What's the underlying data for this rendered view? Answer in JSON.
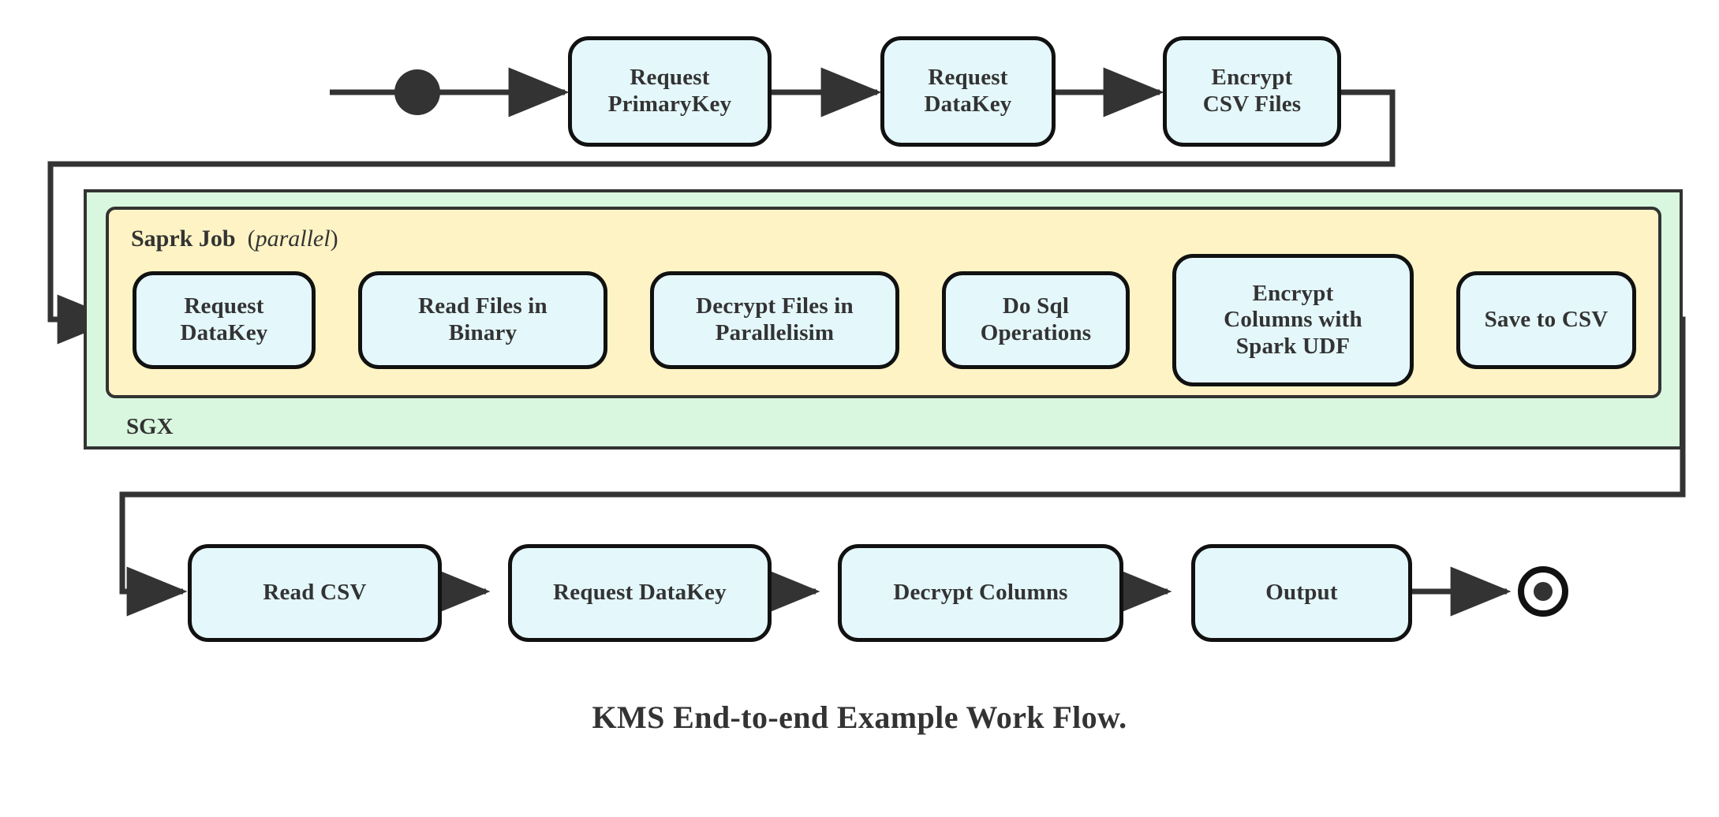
{
  "diagram": {
    "caption": "KMS End-to-end Example Work Flow.",
    "colors": {
      "node_fill": "#e4f7fb",
      "node_border": "#111111",
      "sgx_fill": "#d9f7de",
      "spark_fill": "#fdf3c4",
      "line": "#333333",
      "text": "#333333"
    },
    "groups": {
      "sgx": {
        "label": "SGX"
      },
      "spark": {
        "label_bold": "Saprk Job",
        "label_italic": "parallel",
        "label_full": "Saprk Job (parallel)"
      }
    },
    "markers": {
      "start": "start-node",
      "end": "final-node"
    },
    "rows": {
      "top": [
        {
          "id": "request-primarykey",
          "lines": [
            "Request",
            "PrimaryKey"
          ]
        },
        {
          "id": "request-datakey-top",
          "lines": [
            "Request",
            "DataKey"
          ]
        },
        {
          "id": "encrypt-csv-files",
          "lines": [
            "Encrypt",
            "CSV Files"
          ]
        }
      ],
      "spark": [
        {
          "id": "request-datakey-spark",
          "lines": [
            "Request",
            "DataKey"
          ]
        },
        {
          "id": "read-files-in-binary",
          "lines": [
            "Read Files in",
            "Binary"
          ]
        },
        {
          "id": "decrypt-files-in-parallelisim",
          "lines": [
            "Decrypt Files in",
            "Parallelisim"
          ]
        },
        {
          "id": "do-sql-operations",
          "lines": [
            "Do Sql",
            "Operations"
          ]
        },
        {
          "id": "encrypt-columns-with-spark-udf",
          "lines": [
            "Encrypt",
            "Columns with",
            "Spark UDF"
          ]
        },
        {
          "id": "save-to-csv",
          "lines": [
            "Save to CSV"
          ]
        }
      ],
      "bottom": [
        {
          "id": "read-csv",
          "lines": [
            "Read CSV"
          ]
        },
        {
          "id": "request-datakey-bottom",
          "lines": [
            "Request DataKey"
          ]
        },
        {
          "id": "decrypt-columns",
          "lines": [
            "Decrypt Columns"
          ]
        },
        {
          "id": "output",
          "lines": [
            "Output"
          ]
        }
      ]
    }
  },
  "chart_data": {
    "type": "diagram",
    "title": "KMS End-to-end Example Work Flow.",
    "nodes": [
      {
        "id": "start",
        "label": "",
        "kind": "initial-state"
      },
      {
        "id": "request-primarykey",
        "label": "Request PrimaryKey",
        "kind": "activity"
      },
      {
        "id": "request-datakey-top",
        "label": "Request DataKey",
        "kind": "activity"
      },
      {
        "id": "encrypt-csv-files",
        "label": "Encrypt CSV Files",
        "kind": "activity"
      },
      {
        "id": "request-datakey-spark",
        "label": "Request DataKey",
        "kind": "activity",
        "group": "spark"
      },
      {
        "id": "read-files-in-binary",
        "label": "Read Files in Binary",
        "kind": "activity",
        "group": "spark"
      },
      {
        "id": "decrypt-files-in-parallelisim",
        "label": "Decrypt Files in Parallelisim",
        "kind": "activity",
        "group": "spark"
      },
      {
        "id": "do-sql-operations",
        "label": "Do Sql Operations",
        "kind": "activity",
        "group": "spark"
      },
      {
        "id": "encrypt-columns-with-spark-udf",
        "label": "Encrypt Columns with Spark UDF",
        "kind": "activity",
        "group": "spark"
      },
      {
        "id": "save-to-csv",
        "label": "Save to CSV",
        "kind": "activity",
        "group": "spark"
      },
      {
        "id": "read-csv",
        "label": "Read CSV",
        "kind": "activity"
      },
      {
        "id": "request-datakey-bottom",
        "label": "Request DataKey",
        "kind": "activity"
      },
      {
        "id": "decrypt-columns",
        "label": "Decrypt Columns",
        "kind": "activity"
      },
      {
        "id": "output",
        "label": "Output",
        "kind": "activity"
      },
      {
        "id": "end",
        "label": "",
        "kind": "final-state"
      }
    ],
    "containers": [
      {
        "id": "sgx",
        "label": "SGX",
        "contains": [
          "spark"
        ]
      },
      {
        "id": "spark",
        "label": "Saprk Job (parallel)",
        "contains": [
          "request-datakey-spark",
          "read-files-in-binary",
          "decrypt-files-in-parallelisim",
          "do-sql-operations",
          "encrypt-columns-with-spark-udf",
          "save-to-csv"
        ]
      }
    ],
    "edges": [
      {
        "from": "start",
        "to": "request-primarykey"
      },
      {
        "from": "request-primarykey",
        "to": "request-datakey-top"
      },
      {
        "from": "request-datakey-top",
        "to": "encrypt-csv-files"
      },
      {
        "from": "encrypt-csv-files",
        "to": "request-datakey-spark"
      },
      {
        "from": "request-datakey-spark",
        "to": "read-files-in-binary"
      },
      {
        "from": "read-files-in-binary",
        "to": "decrypt-files-in-parallelisim"
      },
      {
        "from": "decrypt-files-in-parallelisim",
        "to": "do-sql-operations"
      },
      {
        "from": "do-sql-operations",
        "to": "encrypt-columns-with-spark-udf"
      },
      {
        "from": "encrypt-columns-with-spark-udf",
        "to": "save-to-csv"
      },
      {
        "from": "save-to-csv",
        "to": "read-csv"
      },
      {
        "from": "read-csv",
        "to": "request-datakey-bottom"
      },
      {
        "from": "request-datakey-bottom",
        "to": "decrypt-columns"
      },
      {
        "from": "decrypt-columns",
        "to": "output"
      },
      {
        "from": "output",
        "to": "end"
      }
    ]
  }
}
